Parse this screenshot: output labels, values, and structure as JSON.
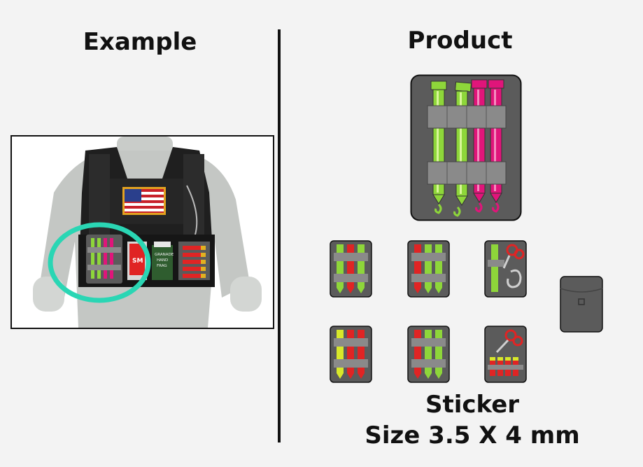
{
  "headings": {
    "example": "Example",
    "product": "Product"
  },
  "caption": {
    "line1": "Sticker",
    "line2": "Size 3.5 X 4 mm"
  },
  "flag_patch": {
    "label": "USA flag"
  },
  "pouch_labels": {
    "grenade_line1": "GRANADE",
    "grenade_line2": "HAND",
    "grenade_line3": "FRAG",
    "red_pouch": "SM"
  },
  "colors": {
    "tile_gray": "#5b5b5b",
    "strap_gray": "#8a8a8a",
    "lime": "#8ed63a",
    "magenta": "#e0157a",
    "red": "#e02424",
    "yellow": "#d8e82a",
    "highlight_ring": "#2ad6b4"
  }
}
